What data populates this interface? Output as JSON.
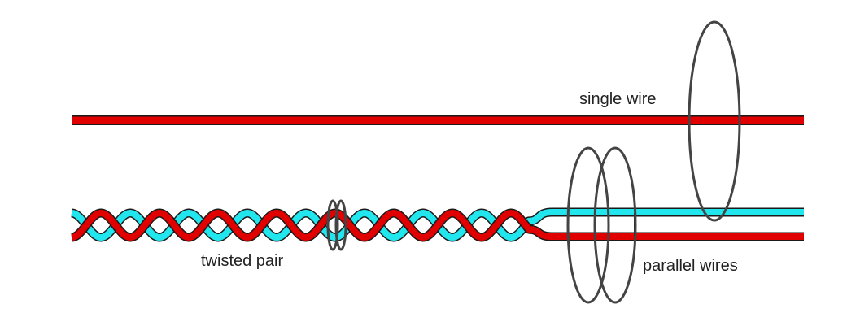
{
  "labels": {
    "single_wire": "single wire",
    "twisted_pair": "twisted pair",
    "parallel_wires": "parallel wires"
  },
  "colors": {
    "wire_red": "#e00000",
    "wire_cyan": "#22e6ee",
    "outline": "#1a1a1a",
    "loop": "#444444",
    "background": "#ffffff"
  }
}
